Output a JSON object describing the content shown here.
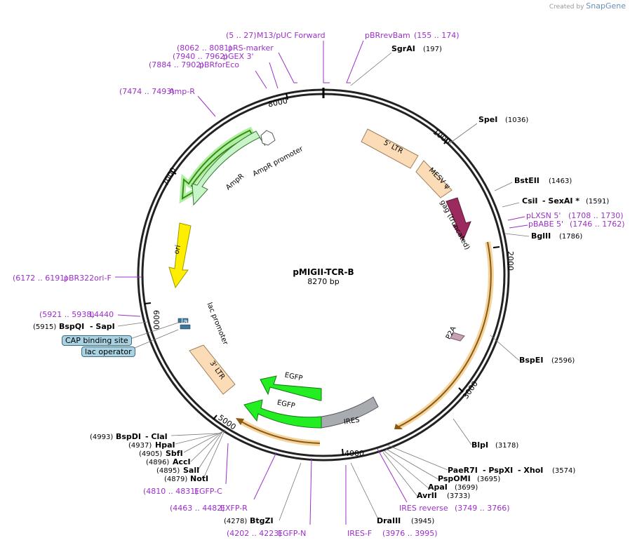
{
  "credit": {
    "prefix": "Created by",
    "brand": "SnapGene"
  },
  "plasmid": {
    "name": "pMIGII-TCR-B",
    "size": "8270 bp"
  },
  "ticks": [
    "1000",
    "2000",
    "3000",
    "4000",
    "5000",
    "6000",
    "7000",
    "8000"
  ],
  "features": {
    "ltr5": "5' LTR",
    "msv": "MESV ψ",
    "gag": "gag (truncated)",
    "p2a": "P2A",
    "ires": "IRES",
    "egfp1": "EGFP",
    "egfp2": "EGFP",
    "ltr3": "3' LTR",
    "lac_promoter": "lac promoter",
    "lac_mini": "lacZα",
    "ori": "ori",
    "ampr": "AmpR",
    "ampr_promoter": "AmpR promoter"
  },
  "tags": {
    "cap": "CAP binding site",
    "lacop": "lac operator"
  },
  "sites": {
    "sgrai": {
      "name": "SgrAI",
      "pos": "(197)"
    },
    "spei": {
      "name": "SpeI",
      "pos": "(1036)"
    },
    "bsteii": {
      "name": "BstEII",
      "pos": "(1463)"
    },
    "csii": {
      "name": "CsiI",
      "name2": "- SexAI *",
      "pos": "(1591)"
    },
    "bglii": {
      "name": "BglII",
      "pos": "(1786)"
    },
    "bspei": {
      "name": "BspEI",
      "pos": "(2596)"
    },
    "blpi": {
      "name": "BlpI",
      "pos": "(3178)"
    },
    "paer7i": {
      "name": "PaeR7I",
      "name2": "- PspXI",
      "name3": "- XhoI",
      "pos": "(3574)"
    },
    "pspomi": {
      "name": "PspOMI",
      "pos": "(3695)"
    },
    "apai": {
      "name": "ApaI",
      "pos": "(3699)"
    },
    "avrii": {
      "name": "AvrII",
      "pos": "(3733)"
    },
    "draiii": {
      "name": "DraIII",
      "pos": "(3945)"
    },
    "btgzi": {
      "name": "BtgZI",
      "pos": "(4278)"
    },
    "noti": {
      "name": "NotI",
      "pos": "(4879)"
    },
    "sali": {
      "name": "SalI",
      "pos": "(4895)"
    },
    "acci": {
      "name": "AccI",
      "pos": "(4896)"
    },
    "sbfi": {
      "name": "SbfI",
      "pos": "(4905)"
    },
    "hpai": {
      "name": "HpaI",
      "pos": "(4937)"
    },
    "bspdi": {
      "name": "BspDI",
      "name2": "- ClaI",
      "pos": "(4993)"
    },
    "bspqi": {
      "name": "BspQI",
      "name2": "- SapI",
      "pos": "(5915)"
    }
  },
  "primers": {
    "m13": {
      "name": "M13/pUC Forward",
      "pos": "(5 .. 27)"
    },
    "pbrrev": {
      "name": "pBRrevBam",
      "pos": "(155 .. 174)"
    },
    "prs": {
      "name": "pRS-marker",
      "pos": "(8062 .. 8081)"
    },
    "pgex": {
      "name": "pGEX 3'",
      "pos": "(7940 .. 7962)"
    },
    "pbrfor": {
      "name": "pBRforEco",
      "pos": "(7884 .. 7902)"
    },
    "ampr": {
      "name": "Amp-R",
      "pos": "(7474 .. 7493)"
    },
    "plxsn": {
      "name": "pLXSN 5'",
      "pos": "(1708 .. 1730)"
    },
    "pbabe": {
      "name": "pBABE 5'",
      "pos": "(1746 .. 1762)"
    },
    "pbr322": {
      "name": "pBR322ori-F",
      "pos": "(6172 .. 6191)"
    },
    "l4440": {
      "name": "L4440",
      "pos": "(5921 .. 5938)"
    },
    "iresrev": {
      "name": "IRES reverse",
      "pos": "(3749 .. 3766)"
    },
    "iresf": {
      "name": "IRES-F",
      "pos": "(3976 .. 3995)"
    },
    "egfpn": {
      "name": "EGFP-N",
      "pos": "(4202 .. 4223)"
    },
    "exfpr": {
      "name": "EXFP-R",
      "pos": "(4463 .. 4482)"
    },
    "egfpc": {
      "name": "EGFP-C",
      "pos": "(4810 .. 4831)"
    }
  }
}
